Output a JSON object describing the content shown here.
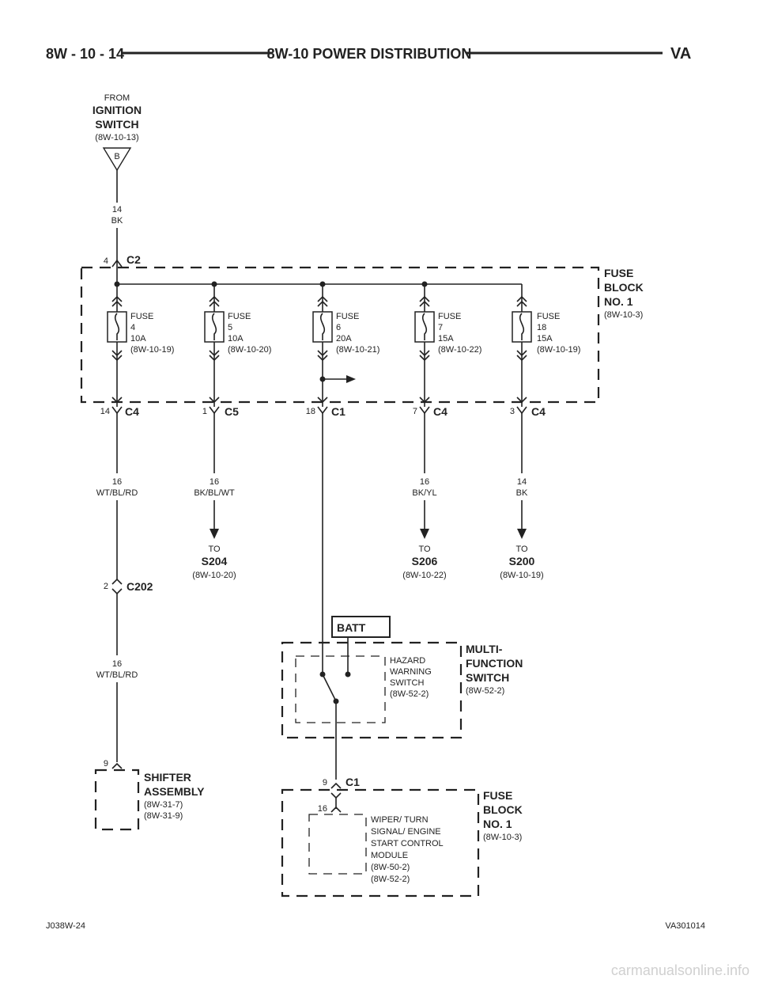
{
  "header": {
    "left": "8W - 10 - 14",
    "center": "8W-10 POWER DISTRIBUTION",
    "right": "VA"
  },
  "source": {
    "from": "FROM",
    "name_line1": "IGNITION",
    "name_line2": "SWITCH",
    "ref": "(8W-10-13)",
    "tag": "B",
    "wire_gauge": "14",
    "wire_color": "BK"
  },
  "fuse_block_top": {
    "line1": "FUSE",
    "line2": "BLOCK",
    "line3": "NO. 1",
    "ref": "(8W-10-3)",
    "input_pin": "4",
    "input_connector": "C2"
  },
  "fuses": [
    {
      "label": "FUSE",
      "number": "4",
      "rating": "10A",
      "ref": "(8W-10-19)"
    },
    {
      "label": "FUSE",
      "number": "5",
      "rating": "10A",
      "ref": "(8W-10-20)"
    },
    {
      "label": "FUSE",
      "number": "6",
      "rating": "20A",
      "ref": "(8W-10-21)"
    },
    {
      "label": "FUSE",
      "number": "7",
      "rating": "15A",
      "ref": "(8W-10-22)"
    },
    {
      "label": "FUSE",
      "number": "18",
      "rating": "15A",
      "ref": "(8W-10-19)"
    }
  ],
  "outputs": [
    {
      "pin": "14",
      "connector": "C4",
      "gauge": "16",
      "color": "WT/BL/RD"
    },
    {
      "pin": "1",
      "connector": "C5",
      "gauge": "16",
      "color": "BK/BL/WT",
      "to": "TO",
      "dest": "S204",
      "dest_ref": "(8W-10-20)"
    },
    {
      "pin": "18",
      "connector": "C1"
    },
    {
      "pin": "7",
      "connector": "C4",
      "gauge": "16",
      "color": "BK/YL",
      "to": "TO",
      "dest": "S206",
      "dest_ref": "(8W-10-22)"
    },
    {
      "pin": "3",
      "connector": "C4",
      "gauge": "14",
      "color": "BK",
      "to": "TO",
      "dest": "S200",
      "dest_ref": "(8W-10-19)"
    }
  ],
  "c202": {
    "pin": "2",
    "connector": "C202",
    "gauge": "16",
    "color": "WT/BL/RD"
  },
  "shifter": {
    "pin": "9",
    "line1": "SHIFTER",
    "line2": "ASSEMBLY",
    "ref1": "(8W-31-7)",
    "ref2": "(8W-31-9)"
  },
  "batt": {
    "label": "BATT"
  },
  "multifunction": {
    "line1": "MULTI-",
    "line2": "FUNCTION",
    "line3": "SWITCH",
    "ref": "(8W-52-2)",
    "hazard": [
      "HAZARD",
      "WARNING",
      "SWITCH",
      "(8W-52-2)"
    ]
  },
  "fuse_block_bottom": {
    "line1": "FUSE",
    "line2": "BLOCK",
    "line3": "NO. 1",
    "ref": "(8W-10-3)",
    "pin": "9",
    "connector": "C1",
    "inner_pin": "16",
    "module": [
      "WIPER/ TURN",
      "SIGNAL/ ENGINE",
      "START CONTROL",
      "MODULE",
      "(8W-50-2)",
      "(8W-52-2)"
    ]
  },
  "footer": {
    "left": "J038W-24",
    "right": "VA301014",
    "watermark": "carmanualsonline.info"
  }
}
